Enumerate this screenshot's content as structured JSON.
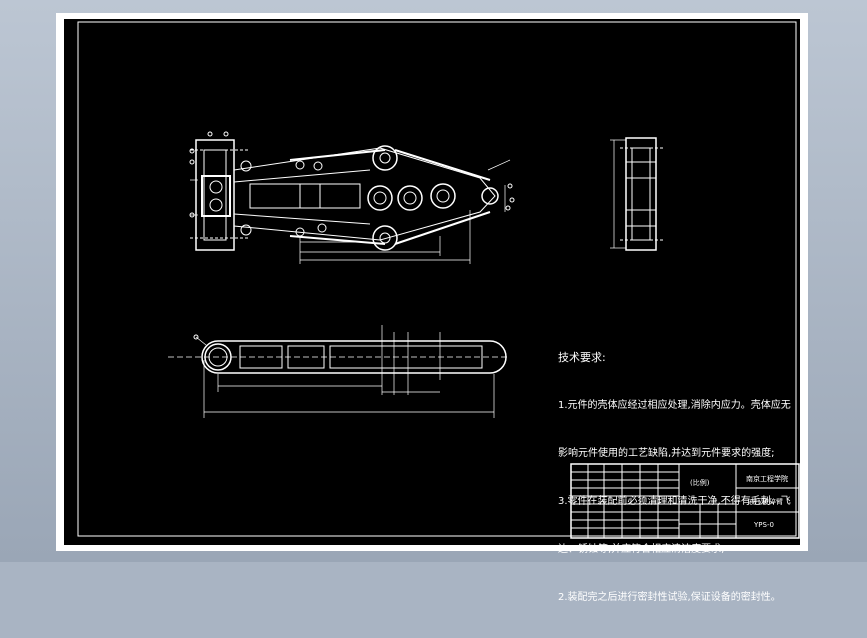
{
  "drawing": {
    "technical_requirements": {
      "heading": "技术要求:",
      "items": [
        "1.元件的壳体应经过相应处理,消除内应力。壳体应无",
        "影响元件使用的工艺缺陷,并达到元件要求的强度;",
        "3.零件在装配前必须清理和清洗干净,不得有毛刺、飞",
        "边、锈蚀等,并应符合相应清洁度要求;",
        "2.装配完之后进行密封性试验,保证设备的密封性。"
      ]
    },
    "title_block": {
      "school": "南京工程学院",
      "drawing_name": "液压破碎臂",
      "scale_label": "(比例)",
      "code": "YPS-0"
    }
  }
}
